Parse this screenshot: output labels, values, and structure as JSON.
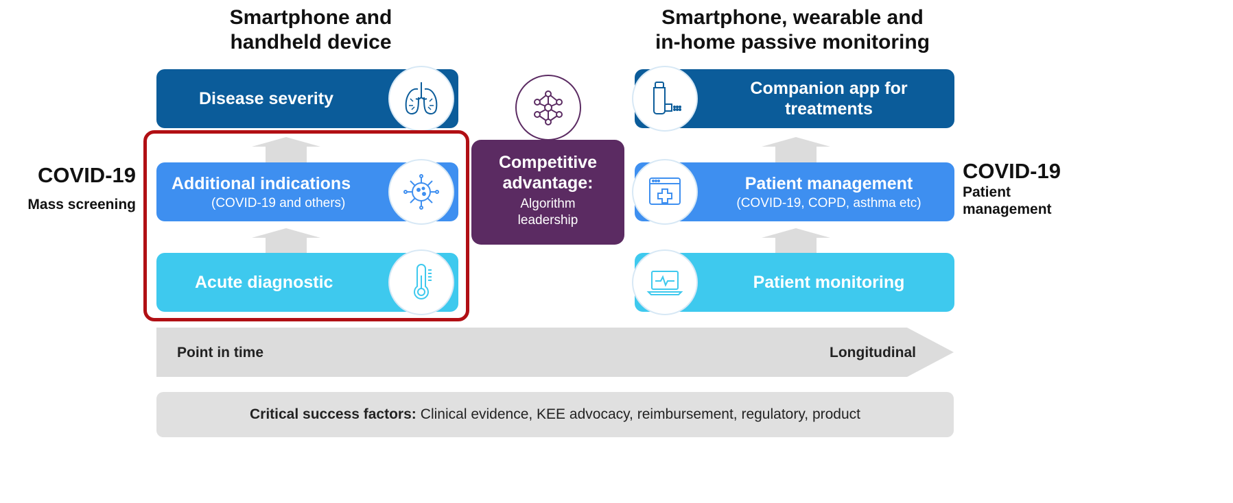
{
  "left_column": {
    "title_line1": "Smartphone and",
    "title_line2": "handheld device",
    "bars": [
      {
        "label": "Disease severity",
        "icon": "lungs-icon"
      },
      {
        "label": "Additional indications",
        "sub": "(COVID-19 and others)",
        "icon": "virus-icon"
      },
      {
        "label": "Acute diagnostic",
        "icon": "thermometer-icon"
      }
    ]
  },
  "right_column": {
    "title_line1": "Smartphone, wearable and",
    "title_line2": "in-home passive monitoring",
    "bars": [
      {
        "label_line1": "Companion app for",
        "label_line2": "treatments",
        "icon": "inhaler-icon"
      },
      {
        "label": "Patient management",
        "sub": "(COVID-19, COPD, asthma etc)",
        "icon": "medical-browser-icon"
      },
      {
        "label": "Patient monitoring",
        "icon": "laptop-heartbeat-icon"
      }
    ]
  },
  "left_side": {
    "title": "COVID-19",
    "sub": "Mass screening"
  },
  "right_side": {
    "title": "COVID-19",
    "sub_line1": "Patient",
    "sub_line2": "management"
  },
  "center": {
    "icon": "neural-network-icon",
    "title_line1": "Competitive",
    "title_line2": "advantage:",
    "sub_line1": "Algorithm",
    "sub_line2": "leadership"
  },
  "timeline": {
    "start": "Point in time",
    "end": "Longitudinal"
  },
  "csf": {
    "label": "Critical success factors:",
    "text": "Clinical evidence, KEE advocacy, reimbursement, regulatory, product"
  },
  "colors": {
    "dark_blue": "#0b5c9a",
    "mid_blue": "#3e8ff0",
    "light_blue": "#3ec9ee",
    "purple": "#5b2b62",
    "highlight_red": "#b10f14",
    "timeline_grey": "#dcdcdc"
  }
}
